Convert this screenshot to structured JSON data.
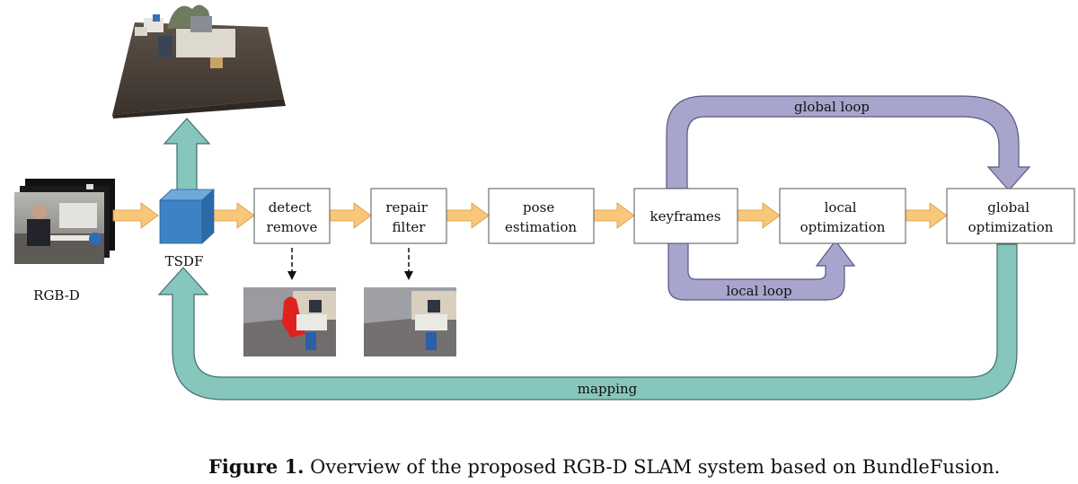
{
  "diagram": {
    "input_label": "RGB-D",
    "tsdf_label": "TSDF",
    "stages": [
      {
        "id": "detect",
        "lines": [
          "detect",
          "remove"
        ]
      },
      {
        "id": "repair",
        "lines": [
          "repair",
          "filter"
        ]
      },
      {
        "id": "pose",
        "lines": [
          "pose",
          "estimation"
        ]
      },
      {
        "id": "keyframes",
        "lines": [
          "keyframes"
        ]
      },
      {
        "id": "local-opt",
        "lines": [
          "local",
          "optimization"
        ]
      },
      {
        "id": "global-opt",
        "lines": [
          "global",
          "optimization"
        ]
      }
    ],
    "loops": {
      "global": "global loop",
      "local": "local loop",
      "mapping": "mapping"
    },
    "colors": {
      "flow_arrow": "#f8c77a",
      "global_loop": "#a7a5cc",
      "mapping": "#86c6bd",
      "tsdf_cube": "#3c82c4",
      "box_border": "#555555"
    }
  },
  "caption": {
    "label": "Figure 1.",
    "text": " Overview of the proposed RGB-D SLAM system based on BundleFusion."
  }
}
